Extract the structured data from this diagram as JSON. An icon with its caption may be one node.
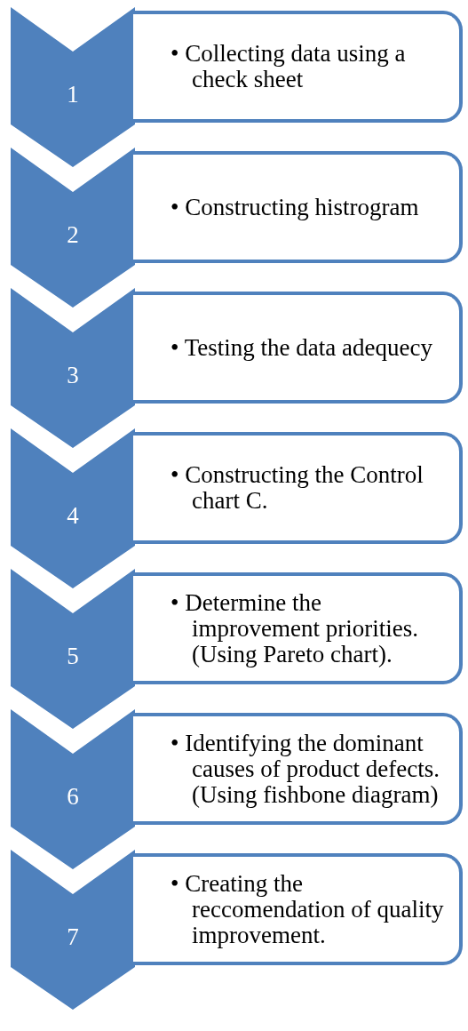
{
  "diagram": {
    "nodes": [
      {
        "text": [
          "1"
        ]
      },
      {
        "text": [
          "• Collecting data using a check sheet"
        ]
      },
      {
        "text": [
          "2"
        ]
      },
      {
        "text": [
          "• Constructing histrogram"
        ]
      },
      {
        "text": [
          "3"
        ]
      },
      {
        "text": [
          "• Testing the data adequecy"
        ]
      },
      {
        "text": [
          "4"
        ]
      },
      {
        "text": [
          "• Constructing the Control chart C."
        ]
      },
      {
        "text": [
          "5"
        ]
      },
      {
        "text": [
          "• Determine the improvement priorities.(Using Pareto chart)."
        ]
      },
      {
        "text": [
          "6"
        ]
      },
      {
        "text": [
          "• Identifying the dominant causes of product defects.(Using fishbone diagram)"
        ]
      },
      {
        "text": [
          "7"
        ]
      },
      {
        "text": [
          "• Creating the reccomendation of quality improvement."
        ]
      }
    ]
  }
}
